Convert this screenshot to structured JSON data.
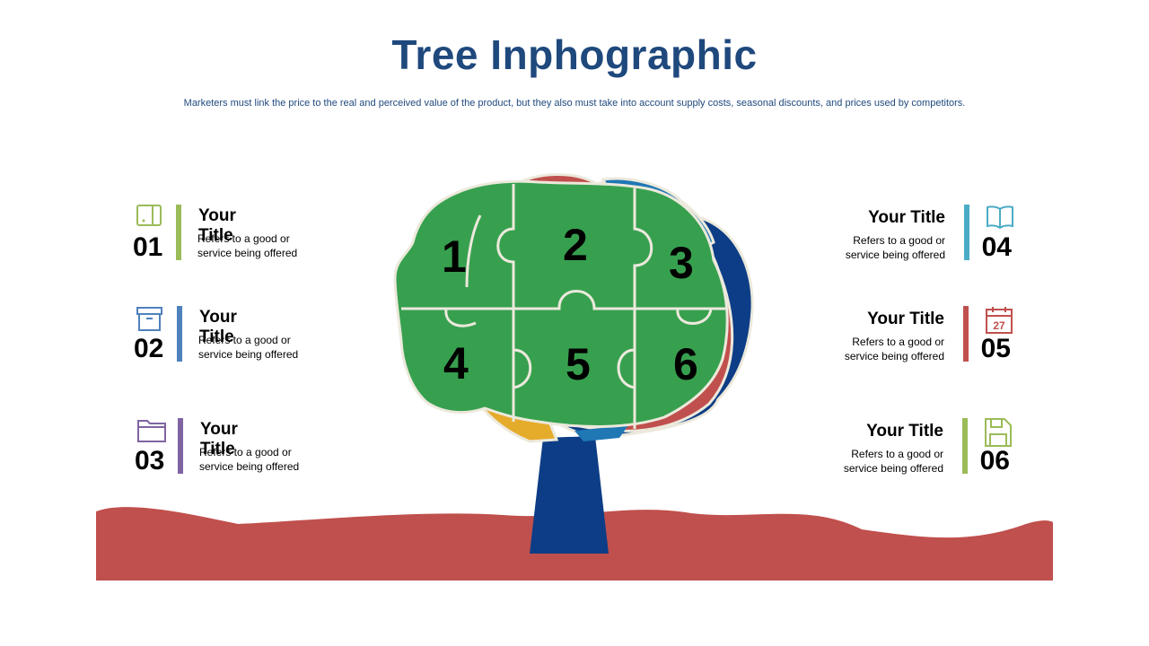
{
  "header": {
    "title": "Tree Inphographic",
    "subtitle": "Marketers must link the price to the real and perceived value of the product, but they also must take into account supply costs, seasonal discounts, and prices used by competitors."
  },
  "puzzle_numbers": [
    "1",
    "2",
    "3",
    "4",
    "5",
    "6"
  ],
  "items": [
    {
      "number": "01",
      "title": "Your Title",
      "description": "Refers to a good or service being offered",
      "icon": "tablet-icon",
      "color": "#9bbb59"
    },
    {
      "number": "02",
      "title": "Your Title",
      "description": "Refers to a good or service being offered",
      "icon": "archive-box-icon",
      "color": "#4f81bd"
    },
    {
      "number": "03",
      "title": "Your Title",
      "description": "Refers to a good or service being offered",
      "icon": "folder-icon",
      "color": "#8064a2"
    },
    {
      "number": "04",
      "title": "Your Title",
      "description": "Refers to a good or service being offered",
      "icon": "book-icon",
      "color": "#4bacc6"
    },
    {
      "number": "05",
      "title": "Your Title",
      "description": "Refers to a good or service being offered",
      "icon": "calendar-icon",
      "color": "#c0504d",
      "icon_text": "27"
    },
    {
      "number": "06",
      "title": "Your Title",
      "description": "Refers to a good or service being offered",
      "icon": "floppy-disk-icon",
      "color": "#9bbb59"
    }
  ],
  "colors": {
    "title": "#1f497d",
    "puzzle_green": "#37a04f",
    "tree_blue": "#0d3d86",
    "tree_red": "#c0504d",
    "tree_yellow": "#e5ab2b",
    "ground": "#c0504d"
  }
}
